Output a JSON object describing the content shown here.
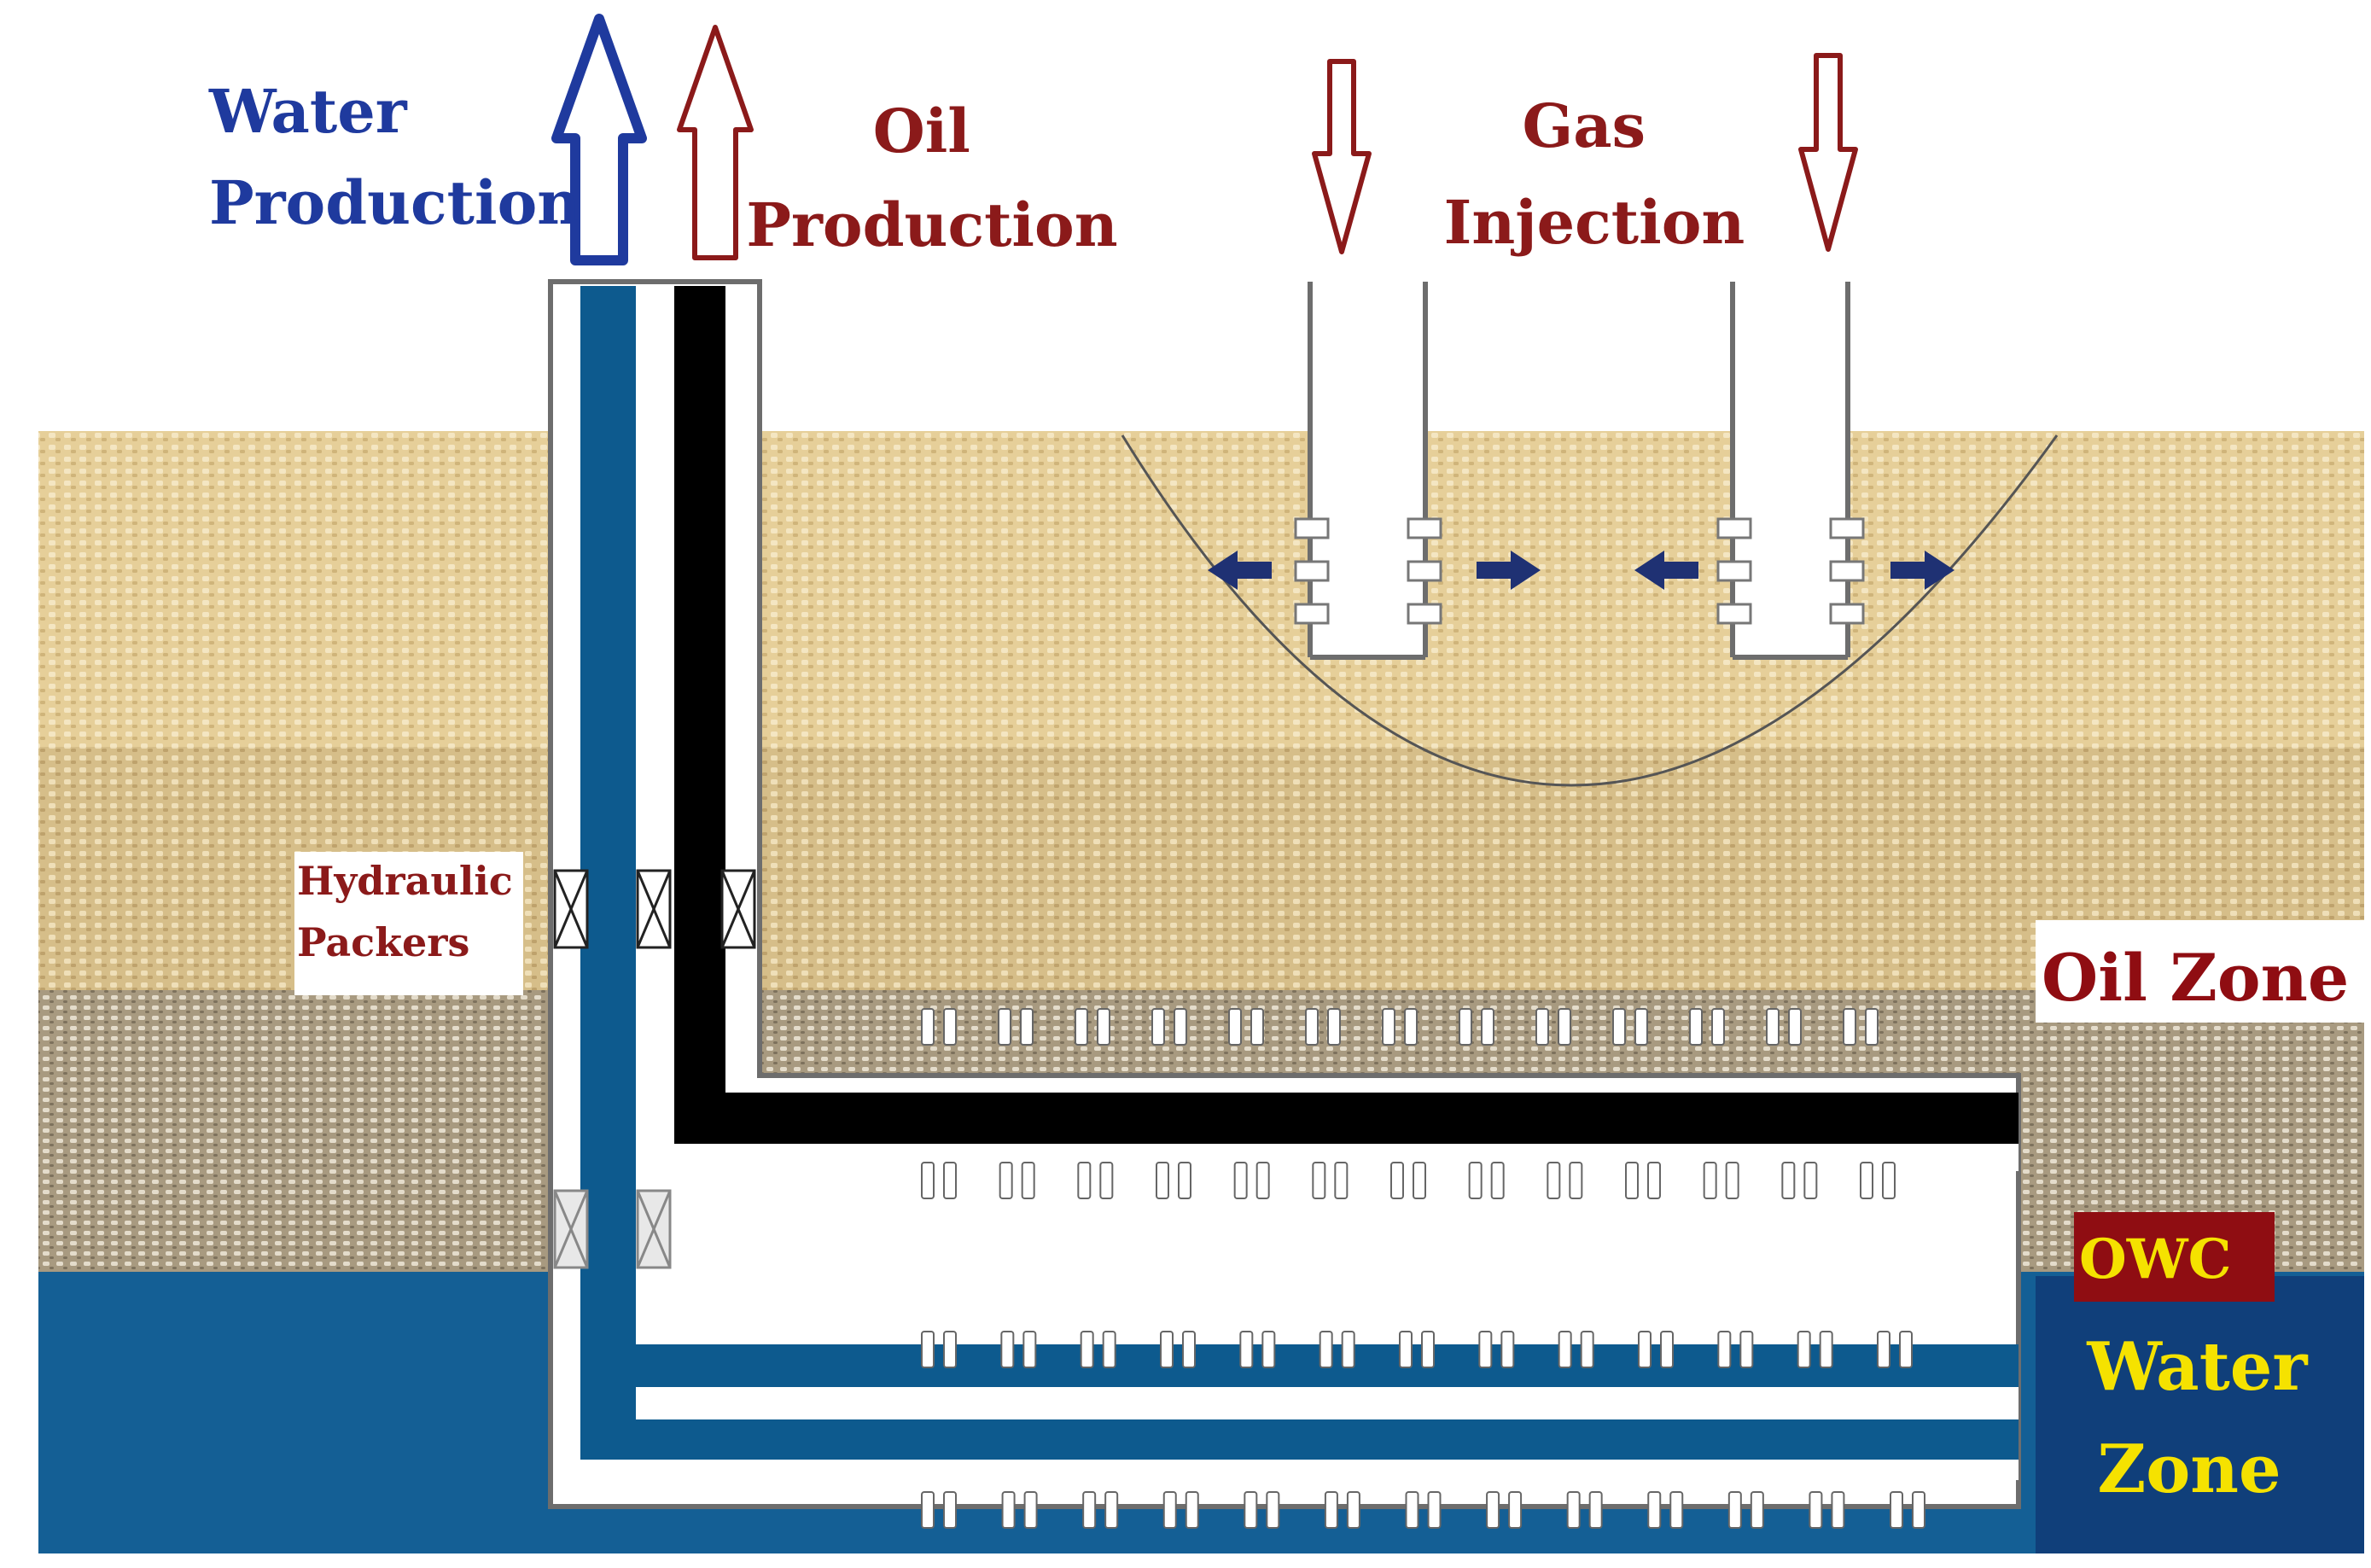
{
  "labels": {
    "water_production": [
      "Water",
      "Production"
    ],
    "oil_production": [
      "Oil",
      "Production"
    ],
    "gas_injection": [
      "Gas",
      "Injection"
    ],
    "hydraulic_packers": [
      "Hydraulic",
      "Packers"
    ],
    "oil_zone": "Oil Zone",
    "owc": "OWC",
    "water_zone": [
      "Water",
      "Zone"
    ]
  },
  "colors": {
    "water_blue": "#1f3a9e",
    "oil_red": "#8b1a1a",
    "water_tube": "#0d5a8e",
    "oil_tube": "#000000",
    "sand_light": "#e6cf99",
    "sand_mid": "#d8c08a",
    "oil_zone_rock": "#b3a68c",
    "water_layer": "#145f95",
    "water_zone_box": "#103f7a",
    "owc_bg": "#8f0d12",
    "owc_text": "#f5e200",
    "water_zone_text": "#f5e200"
  }
}
